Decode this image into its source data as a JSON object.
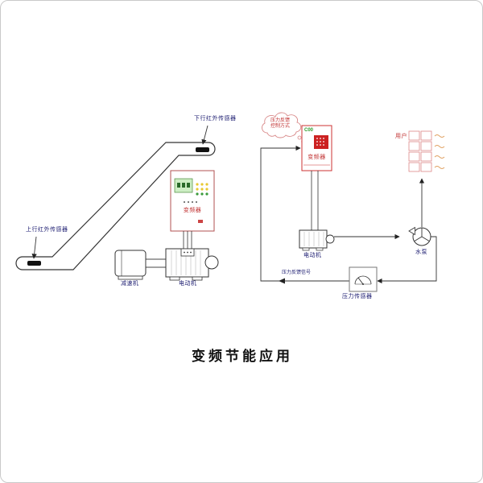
{
  "frame": {
    "title": "变频节能应用"
  },
  "escalator": {
    "down_sensor_label": "下行红外传感器",
    "up_sensor_label": "上行红外传感器",
    "inverter_label": "变频器",
    "reducer_label": "减速机",
    "motor_label": "电动机"
  },
  "pump_system": {
    "cloud_line1": "压力反馈",
    "cloud_line2": "控制方式",
    "inverter_display_code": "C00",
    "inverter_label": "变频器",
    "motor_label": "电动机",
    "pump_label": "水泵",
    "user_label": "用户",
    "feedback_signal_label": "压力反馈信号",
    "pressure_sensor_label": "压力传感器"
  },
  "colors": {
    "line": "#333333",
    "label_text": "#1b1b70",
    "red_accent": "#c03030",
    "green_accent": "#2a9a2a",
    "display_green": "#cdeec4",
    "display_red": "#cc2222",
    "pink_outline": "#dd8888",
    "heat_wave": "#e0a060"
  }
}
